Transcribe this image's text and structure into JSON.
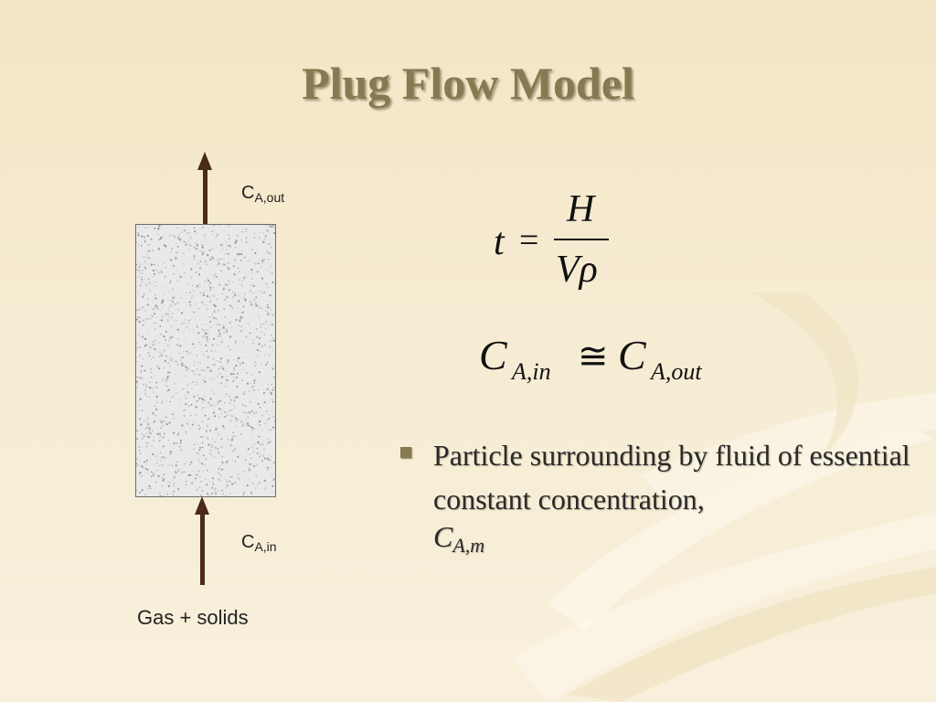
{
  "slide": {
    "title": "Plug Flow Model"
  },
  "diagram": {
    "outlet_label": {
      "symbol": "C",
      "subscript": "A,out"
    },
    "inlet_label": {
      "symbol": "C",
      "subscript": "A,in"
    },
    "feed_label": "Gas + solids"
  },
  "equations": {
    "residence_time": {
      "lhs": "t",
      "op": "=",
      "numerator": "H",
      "denominator": "Vρ"
    },
    "concentration": {
      "lhs_symbol": "C",
      "lhs_sub": "A,in",
      "op": "≅",
      "rhs_symbol": "C",
      "rhs_sub": "A,out"
    }
  },
  "bullet": {
    "text": "Particle surrounding by fluid of essential constant concentration,",
    "symbol": "C",
    "symbol_sub": "A,m"
  },
  "colors": {
    "title": "#857a52",
    "arrow": "#4a2b17",
    "bullet": "#857a52"
  }
}
